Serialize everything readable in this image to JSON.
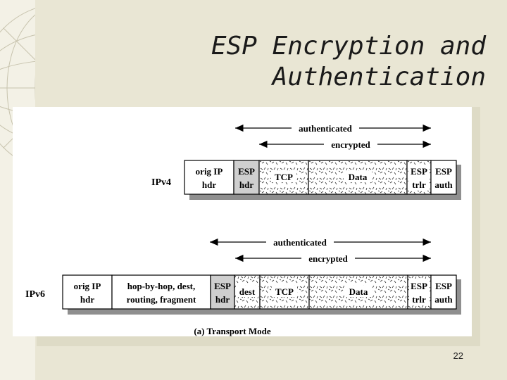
{
  "slide": {
    "title_line1": "ESP Encryption and",
    "title_line2": "Authentication",
    "page_number": "22"
  },
  "diagram": {
    "caption": "(a) Transport Mode",
    "ipv4": {
      "label": "IPv4",
      "authenticated": "authenticated",
      "encrypted": "encrypted",
      "fields": [
        {
          "line1": "orig IP",
          "line2": "hdr"
        },
        {
          "line1": "ESP",
          "line2": "hdr"
        },
        {
          "line1": "TCP",
          "line2": ""
        },
        {
          "line1": "Data",
          "line2": ""
        },
        {
          "line1": "ESP",
          "line2": "trlr"
        },
        {
          "line1": "ESP",
          "line2": "auth"
        }
      ]
    },
    "ipv6": {
      "label": "IPv6",
      "authenticated": "authenticated",
      "encrypted": "encrypted",
      "fields": [
        {
          "line1": "orig IP",
          "line2": "hdr"
        },
        {
          "line1": "hop-by-hop, dest,",
          "line2": "routing, fragment"
        },
        {
          "line1": "ESP",
          "line2": "hdr"
        },
        {
          "line1": "dest",
          "line2": ""
        },
        {
          "line1": "TCP",
          "line2": ""
        },
        {
          "line1": "Data",
          "line2": ""
        },
        {
          "line1": "ESP",
          "line2": "trlr"
        },
        {
          "line1": "ESP",
          "line2": "auth"
        }
      ]
    }
  }
}
